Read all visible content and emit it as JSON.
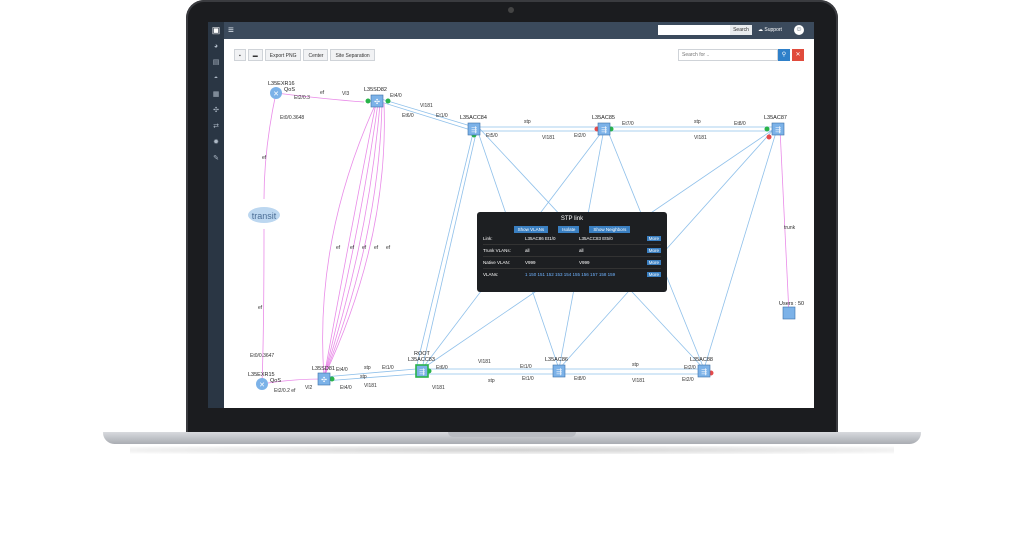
{
  "app": {
    "search_placeholder": "",
    "search_button": "Search",
    "support_label": "Support"
  },
  "toolbar": {
    "export_png": "Export PNG",
    "center": "Center",
    "site_separation": "Site Separation",
    "graph_search_placeholder": "Search for .."
  },
  "nodes": {
    "l35exr16": "L35EXR16",
    "l35exr15": "L35EXR15",
    "l35sd82": "L35SD82",
    "l35sd81": "L35SD81",
    "l35acc84": "L35ACC84",
    "l35ac85": "L35AC85",
    "l35ac87": "L35AC87",
    "l35acc83": "L35ACC83",
    "l35ac86": "L35AC86",
    "l35ac88": "L35AC88",
    "root": "ROOT",
    "transit": "transit",
    "users": "Users : 50",
    "qos16": "QoS",
    "qos15": "QoS"
  },
  "edge_labels": {
    "e_vl3": "Vl3",
    "e_ef1": "ef",
    "e_e12_0_3": "Et2/0.3",
    "e_e12_0_2": "Et2/0.2 ef",
    "e_vl2": "Vl2",
    "e_ef2": "ef",
    "e_ef3": "ef",
    "e_e1_0_3648": "Et0/0.3648",
    "e_e1_0_3647": "Et0/0.3647",
    "e_e14_0": "Et4/0",
    "e_vl181_a": "Vl181",
    "e_e11_0": "Et1/0",
    "e_e16_0": "Et6/0",
    "e_stp_a": "stp",
    "e_e15_0": "Et5/0",
    "e_vl181_b": "Vl181",
    "e_e12_0": "Et2/0",
    "e_stp_b": "stp",
    "e_e17_0": "Et7/0",
    "e_vl181_c": "Vl181",
    "e_e18_0": "Et8/0",
    "e_stp_c": "stp",
    "e_e14_0b": "Et4/0",
    "e_e11_0b": "Et1/0",
    "e_vl181_d": "Vl181",
    "e_stp_d": "stp",
    "e_stp_e": "stp",
    "e_vl181_e": "Vl181",
    "e_e12_0b": "Et2/0",
    "e_e16_0b": "Et6/0",
    "e_e11_0c": "Et1/0",
    "e_vl181_f": "Vl181",
    "e_stp_f": "stp",
    "e_e11_0d": "Et1/0",
    "e_e18_0b": "Et8/0",
    "e_e12_0c": "Et2/0",
    "e_vl181_g": "Vl181",
    "e_e14_0c": "Et4/0",
    "e_trunk": "trunk",
    "e_ef_vert1": "ef",
    "e_ef_vert2": "ef",
    "e_ef_vert3": "ef",
    "e_ef_vert4": "ef",
    "e_ef_vert5": "ef"
  },
  "stp_popup": {
    "title": "STP link",
    "btn_show_vlans": "Show VLANs",
    "btn_isolate": "Isolate",
    "btn_show_neighbors": "Show Neighbors",
    "rows": [
      {
        "label": "Link:",
        "a": "L35AC86 Et1/0",
        "b": "L35ACC83 Et5/0",
        "more": "More"
      },
      {
        "label": "Trunk VLANs:",
        "a": "all",
        "b": "all",
        "more": "More"
      },
      {
        "label": "Native VLAN:",
        "a": "V999",
        "b": "V999",
        "more": "More"
      },
      {
        "label": "VLANs:",
        "a": "1 150 151 152 153 154 155 156 157 158 159",
        "b": "",
        "more": "More"
      }
    ]
  },
  "colors": {
    "topbar": "#3b4a5c",
    "sidebar": "#2a3644",
    "stp_edge": "#7fb7e6",
    "ef_edge": "#e98be8",
    "accent": "#2f80c9"
  }
}
